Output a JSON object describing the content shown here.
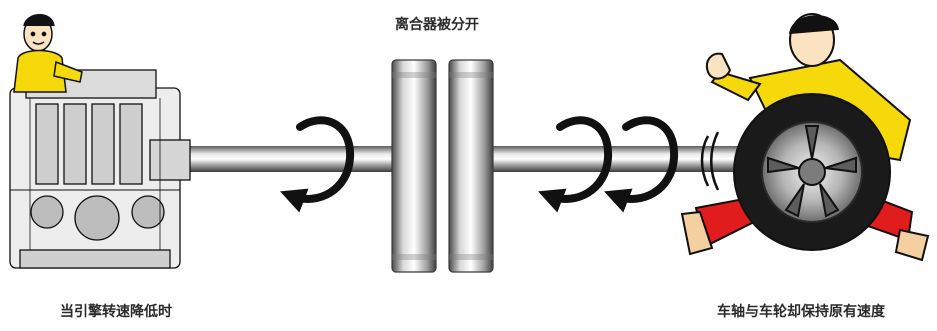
{
  "captions": {
    "clutch_state": "离合器被分开",
    "engine_state": "当引擎转速降低时",
    "axle_state": "车轴与车轮却保持原有速度"
  },
  "colors": {
    "accent_yellow": "#f5d90a",
    "leg_red": "#e01c1c",
    "arrow_black": "#111111",
    "shaft_gray": "#8c8c8c"
  },
  "icons": {
    "engine": "engine-block-icon",
    "clutch": "clutch-disc-icon",
    "runner": "running-man-with-wheel-icon",
    "rotation": "rotation-arrow-icon"
  }
}
